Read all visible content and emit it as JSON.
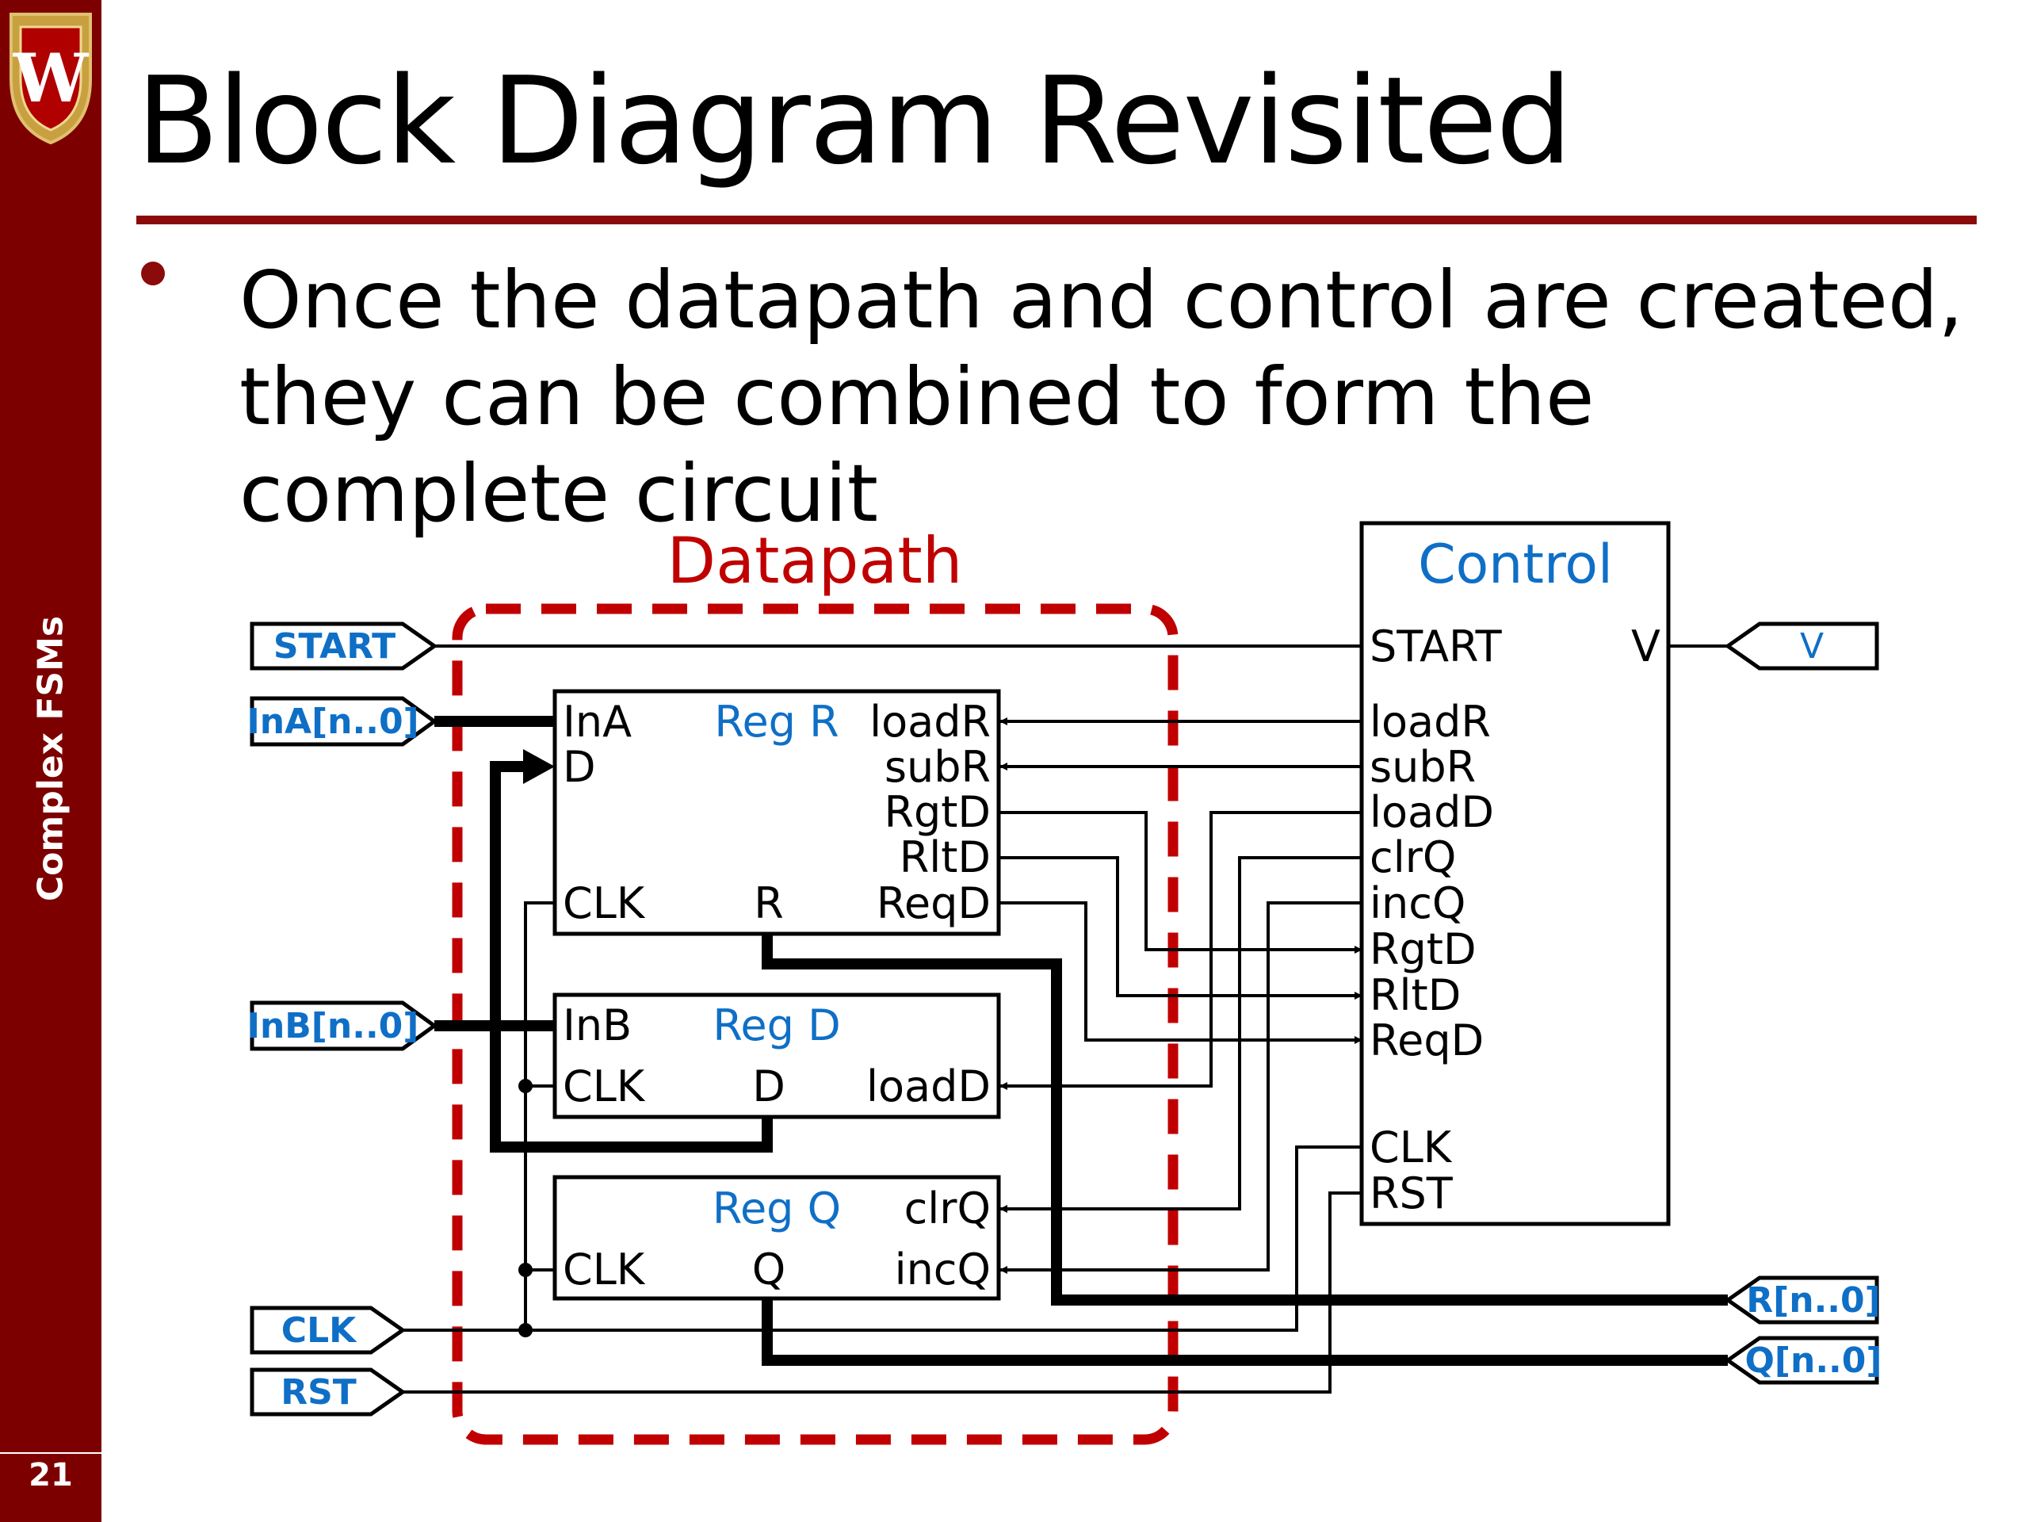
{
  "sidebar": {
    "label": "Complex FSMs",
    "slide_number": "21",
    "crest_letter": "W"
  },
  "title": "Block Diagram Revisited",
  "bullets": [
    "Once the datapath and control are created, they can be combined to form the complete circuit"
  ],
  "diagram": {
    "datapath_label": "Datapath",
    "control": {
      "title": "Control",
      "inputs": [
        "START",
        "RgtD",
        "RltD",
        "ReqD",
        "CLK",
        "RST"
      ],
      "outputs": [
        "V",
        "loadR",
        "subR",
        "loadD",
        "clrQ",
        "incQ"
      ],
      "pin_list": [
        "START",
        "loadR",
        "subR",
        "loadD",
        "clrQ",
        "incQ",
        "RgtD",
        "RltD",
        "ReqD",
        "CLK",
        "RST"
      ]
    },
    "reg_r": {
      "name": "Reg R",
      "left_pins": [
        "InA",
        "D",
        "CLK"
      ],
      "right_pins": [
        "loadR",
        "subR",
        "RgtD",
        "RltD",
        "ReqD"
      ],
      "bottom_pin": "R"
    },
    "reg_d": {
      "name": "Reg D",
      "left_pins": [
        "InB",
        "CLK"
      ],
      "right_pins": [
        "loadD"
      ],
      "bottom_pin": "D"
    },
    "reg_q": {
      "name": "Reg Q",
      "left_pins": [
        "CLK"
      ],
      "right_pins": [
        "clrQ",
        "incQ"
      ],
      "bottom_pin": "Q"
    },
    "external_inputs": [
      "START",
      "InA[n..0]",
      "InB[n..0]",
      "CLK",
      "RST"
    ],
    "external_outputs": [
      "V",
      "R[n..0]",
      "Q[n..0]"
    ]
  },
  "colors": {
    "sidebar": "#7d0000",
    "accent_red": "#c00000",
    "label_blue": "#0f6fc6",
    "rule": "#8b0a0a"
  }
}
